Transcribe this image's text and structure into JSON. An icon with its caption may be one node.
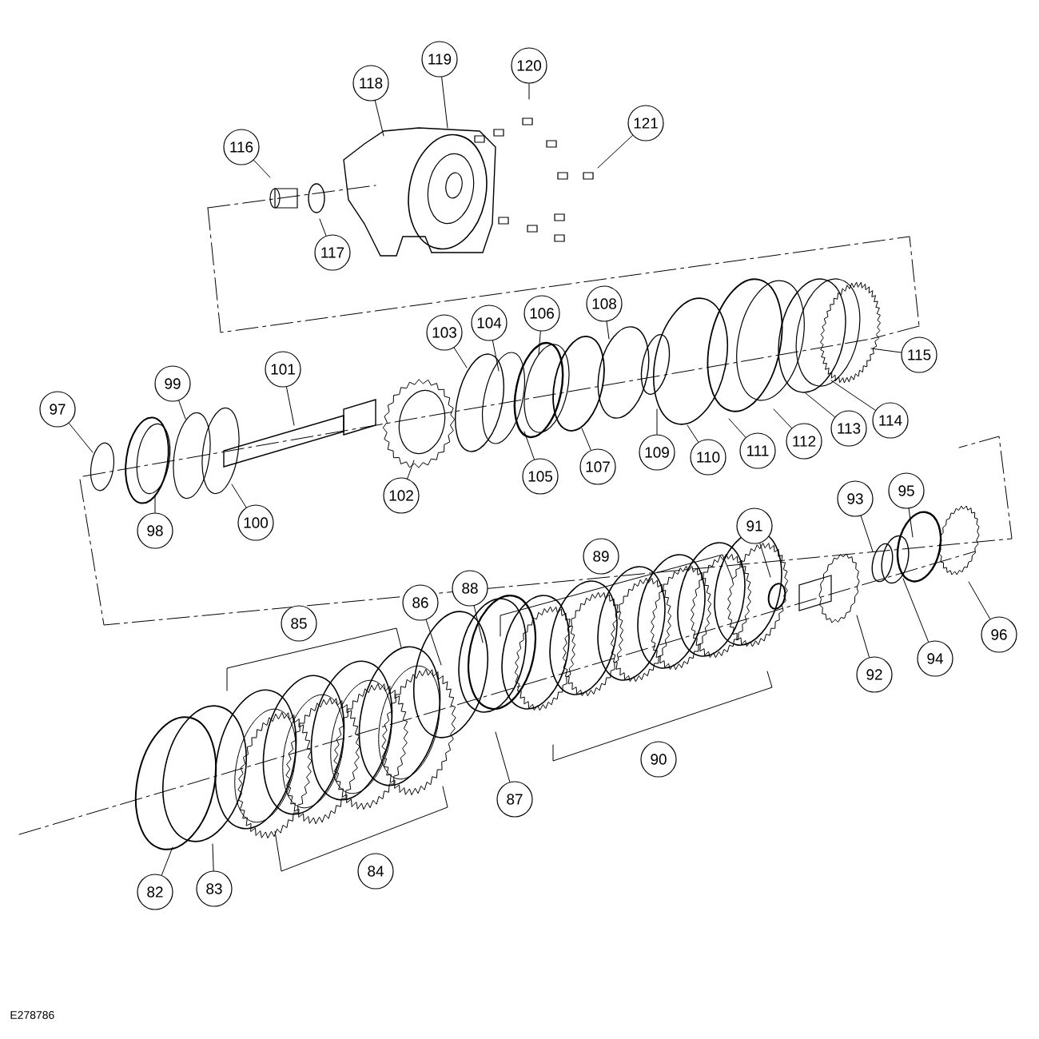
{
  "diagram": {
    "nodes": [
      {
        "text": [
          "82"
        ]
      },
      {
        "text": [
          "83"
        ]
      },
      {
        "text": [
          "84"
        ]
      },
      {
        "text": [
          "85"
        ]
      },
      {
        "text": [
          "86"
        ]
      },
      {
        "text": [
          "87"
        ]
      },
      {
        "text": [
          "88"
        ]
      },
      {
        "text": [
          "89"
        ]
      },
      {
        "text": [
          "90"
        ]
      },
      {
        "text": [
          "91"
        ]
      },
      {
        "text": [
          "92"
        ]
      },
      {
        "text": [
          "93"
        ]
      },
      {
        "text": [
          "94"
        ]
      },
      {
        "text": [
          "95"
        ]
      },
      {
        "text": [
          "96"
        ]
      },
      {
        "text": [
          "97"
        ]
      },
      {
        "text": [
          "98"
        ]
      },
      {
        "text": [
          "99"
        ]
      },
      {
        "text": [
          "100"
        ]
      },
      {
        "text": [
          "101"
        ]
      },
      {
        "text": [
          "102"
        ]
      },
      {
        "text": [
          "103"
        ]
      },
      {
        "text": [
          "104"
        ]
      },
      {
        "text": [
          "105"
        ]
      },
      {
        "text": [
          "106"
        ]
      },
      {
        "text": [
          "107"
        ]
      },
      {
        "text": [
          "108"
        ]
      },
      {
        "text": [
          "109"
        ]
      },
      {
        "text": [
          "110"
        ]
      },
      {
        "text": [
          "111"
        ]
      },
      {
        "text": [
          "112"
        ]
      },
      {
        "text": [
          "113"
        ]
      },
      {
        "text": [
          "114"
        ]
      },
      {
        "text": [
          "115"
        ]
      },
      {
        "text": [
          "116"
        ]
      },
      {
        "text": [
          "117"
        ]
      },
      {
        "text": [
          "118"
        ]
      },
      {
        "text": [
          "119"
        ]
      },
      {
        "text": [
          "120"
        ]
      },
      {
        "text": [
          "121"
        ]
      }
    ],
    "edges": [
      {
        "from": 0,
        "to": null,
        "arrow": "none"
      },
      {
        "from": 1,
        "to": null,
        "arrow": "none"
      },
      {
        "from": 4,
        "to": null,
        "arrow": "none"
      },
      {
        "from": 5,
        "to": null,
        "arrow": "none"
      },
      {
        "from": 6,
        "to": null,
        "arrow": "none"
      },
      {
        "from": 9,
        "to": null,
        "arrow": "none"
      },
      {
        "from": 10,
        "to": null,
        "arrow": "none"
      },
      {
        "from": 11,
        "to": null,
        "arrow": "none"
      },
      {
        "from": 12,
        "to": null,
        "arrow": "none"
      },
      {
        "from": 13,
        "to": null,
        "arrow": "none"
      },
      {
        "from": 14,
        "to": null,
        "arrow": "none"
      },
      {
        "from": 15,
        "to": null,
        "arrow": "none"
      },
      {
        "from": 16,
        "to": null,
        "arrow": "none"
      },
      {
        "from": 17,
        "to": null,
        "arrow": "none"
      },
      {
        "from": 18,
        "to": null,
        "arrow": "none"
      },
      {
        "from": 19,
        "to": null,
        "arrow": "none"
      },
      {
        "from": 20,
        "to": null,
        "arrow": "none"
      },
      {
        "from": 21,
        "to": null,
        "arrow": "none"
      },
      {
        "from": 22,
        "to": null,
        "arrow": "none"
      },
      {
        "from": 23,
        "to": null,
        "arrow": "none"
      },
      {
        "from": 24,
        "to": null,
        "arrow": "none"
      },
      {
        "from": 25,
        "to": null,
        "arrow": "none"
      },
      {
        "from": 26,
        "to": null,
        "arrow": "none"
      },
      {
        "from": 27,
        "to": null,
        "arrow": "none"
      },
      {
        "from": 28,
        "to": null,
        "arrow": "none"
      },
      {
        "from": 29,
        "to": null,
        "arrow": "none"
      },
      {
        "from": 30,
        "to": null,
        "arrow": "none"
      },
      {
        "from": 31,
        "to": null,
        "arrow": "none"
      },
      {
        "from": 32,
        "to": null,
        "arrow": "none"
      },
      {
        "from": 33,
        "to": null,
        "arrow": "none"
      },
      {
        "from": 34,
        "to": null,
        "arrow": "none"
      },
      {
        "from": 35,
        "to": null,
        "arrow": "none"
      },
      {
        "from": 36,
        "to": null,
        "arrow": "none"
      },
      {
        "from": 37,
        "to": null,
        "arrow": "none"
      },
      {
        "from": 38,
        "to": null,
        "arrow": "none"
      },
      {
        "from": 39,
        "to": null,
        "arrow": "none"
      }
    ],
    "labels": [
      "E278786"
    ]
  }
}
